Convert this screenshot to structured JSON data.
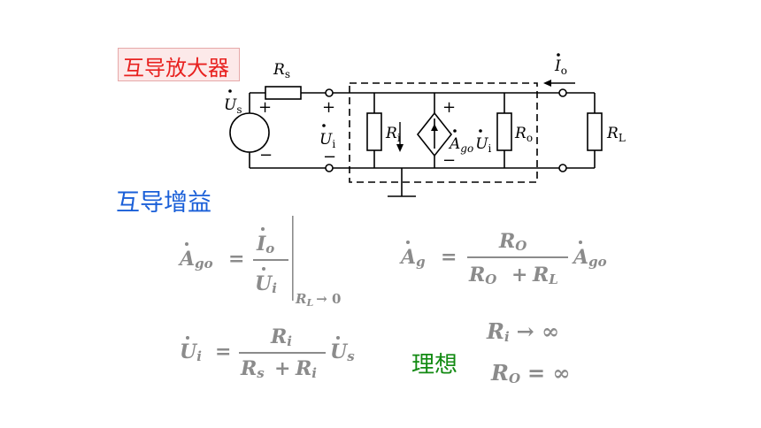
{
  "header": {
    "title": "互导放大器"
  },
  "section": {
    "gain_heading": "互导增益"
  },
  "ideal": {
    "label": "理想"
  },
  "circuit": {
    "rs": "R",
    "rs_sub": "s",
    "us": "U",
    "us_sub": "s",
    "ui": "U",
    "ui_sub": "i",
    "ri": "R",
    "ri_sub": "i",
    "ago": "A",
    "ago_sub": "go",
    "ui2": "U",
    "ui2_sub": "i",
    "ro": "R",
    "ro_sub": "o",
    "rl": "R",
    "rl_sub": "L",
    "io": "I",
    "io_sub": "o",
    "plus": "+",
    "minus": "−"
  },
  "formulas": {
    "ago_lhs": "A",
    "ago_lhs_sub": "go",
    "eq": "=",
    "io_num": "I",
    "io_num_sub": "o",
    "ui_den": "U",
    "ui_den_sub": "i",
    "cond_r": "R",
    "cond_r_sub": "L",
    "cond_rest": "→ 0",
    "ag_lhs": "A",
    "ag_lhs_sub": "g",
    "ro_num": "R",
    "ro_num_sub": "O",
    "ro_den": "R",
    "ro_den_sub": "O",
    "plus": "+",
    "rl_den": "R",
    "rl_den_sub": "L",
    "ago_rhs": "A",
    "ago_rhs_sub": "go",
    "ui_lhs": "U",
    "ui_lhs_sub": "i",
    "ri_num": "R",
    "ri_num_sub": "i",
    "rs_den": "R",
    "rs_den_sub": "s",
    "ri_den": "R",
    "ri_den_sub": "i",
    "us_rhs": "U",
    "us_rhs_sub": "s",
    "ideal_ri": "R",
    "ideal_ri_sub": "i",
    "ideal_ri_rest": "→ ∞",
    "ideal_ro": "R",
    "ideal_ro_sub": "O",
    "ideal_ro_rest": "= ∞"
  },
  "colors": {
    "title": "#e8211f",
    "heading": "#1a5fd8",
    "ideal": "#128a12",
    "formula": "#8b8b8b"
  }
}
